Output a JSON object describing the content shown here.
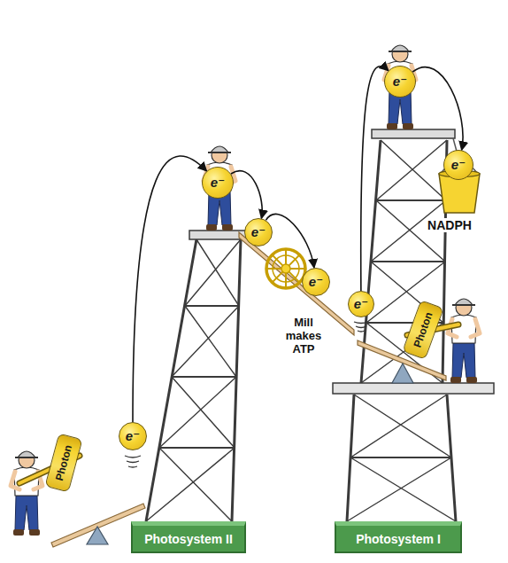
{
  "diagram": {
    "nodes": [
      {
        "text": [
          "Photon"
        ]
      },
      {
        "text": [
          "e⁻"
        ]
      },
      {
        "text": [
          "e⁻"
        ]
      },
      {
        "text": [
          "e⁻"
        ]
      },
      {
        "text": [
          "e⁻"
        ]
      },
      {
        "text": [
          "e⁻"
        ]
      },
      {
        "text": [
          "Photon"
        ]
      },
      {
        "text": [
          "e⁻"
        ]
      },
      {
        "text": [
          "e⁻"
        ]
      },
      {
        "text": [
          "Photosystem II"
        ]
      },
      {
        "text": [
          "Photosystem I"
        ]
      }
    ],
    "edges": [
      {
        "from": 1,
        "to": 2,
        "arrow": "to"
      },
      {
        "from": 2,
        "to": 3,
        "arrow": "to"
      },
      {
        "from": 3,
        "to": 4,
        "arrow": "to"
      },
      {
        "from": 5,
        "to": 7,
        "arrow": "to"
      },
      {
        "from": 7,
        "to": 8,
        "arrow": "to"
      }
    ],
    "labels": [
      "Mill makes ATP",
      "NADPH"
    ]
  }
}
